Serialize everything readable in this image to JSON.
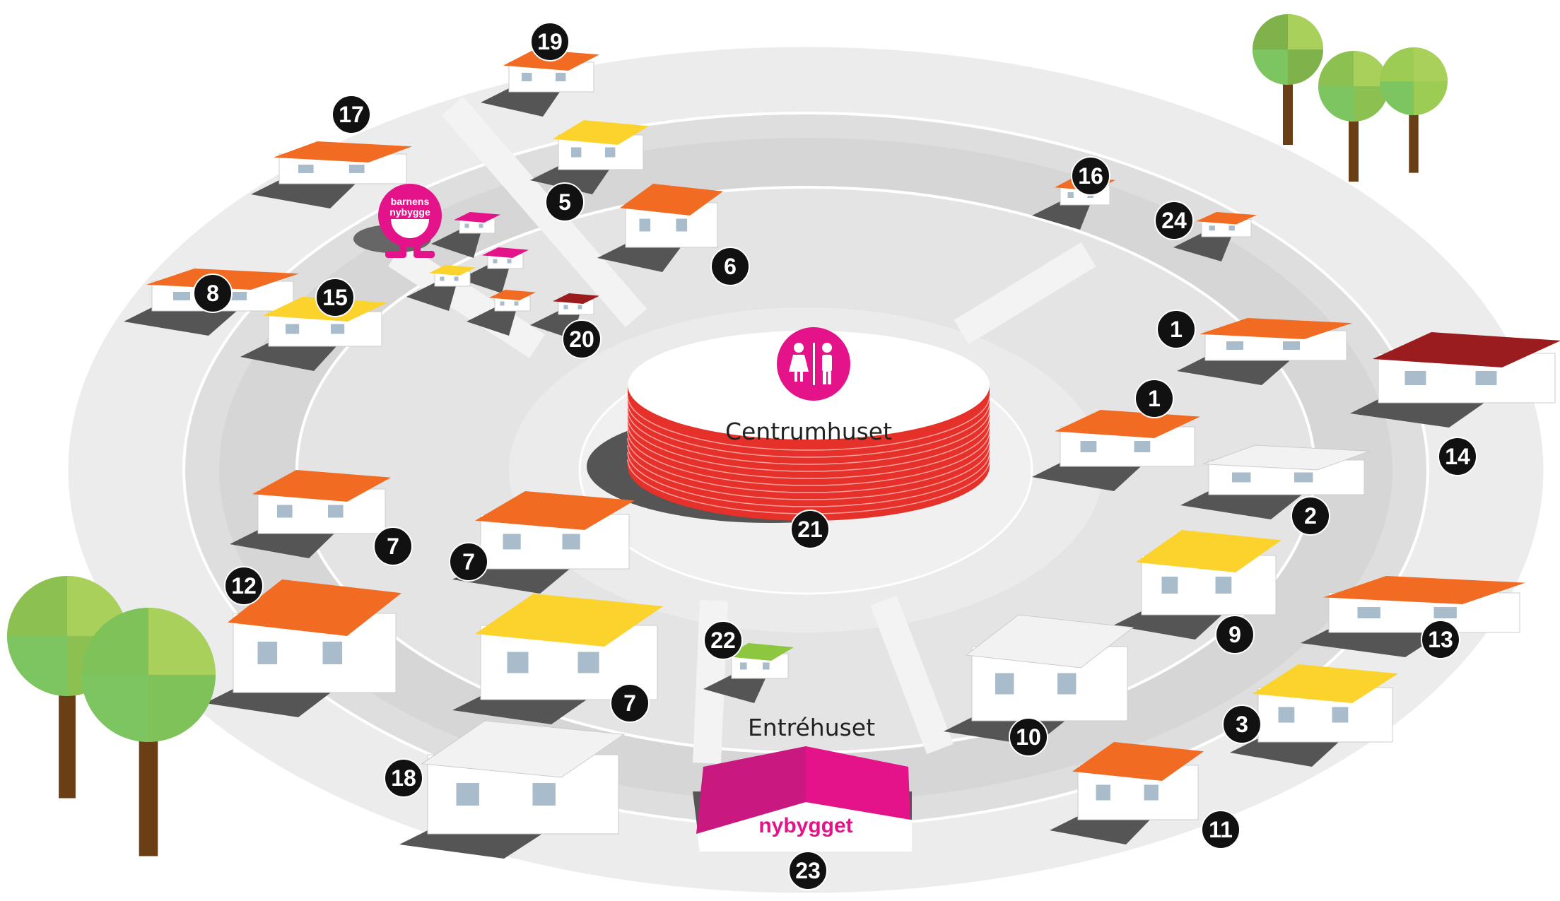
{
  "buildings": {
    "center": "Centrumhuset",
    "entrance": "Entréhuset",
    "entrance_sign": "nybygget",
    "kids_logo": [
      "barnens",
      "nybygge"
    ]
  },
  "markers": [
    "19",
    "17",
    "5",
    "6",
    "16",
    "24",
    "8",
    "15",
    "20",
    "1",
    "1",
    "14",
    "2",
    "21",
    "7",
    "7",
    "12",
    "9",
    "13",
    "22",
    "7",
    "3",
    "10",
    "18",
    "11",
    "23"
  ],
  "colors": {
    "brand": "#e5138a",
    "orange": "#f26b22",
    "yellow": "#fcd22c",
    "darkred": "#9b1c1f",
    "green": "#8dc63f",
    "ground": "#e6e6e6",
    "road": "#d2d2d2"
  },
  "icons": {
    "restroom": "restroom-icon"
  }
}
